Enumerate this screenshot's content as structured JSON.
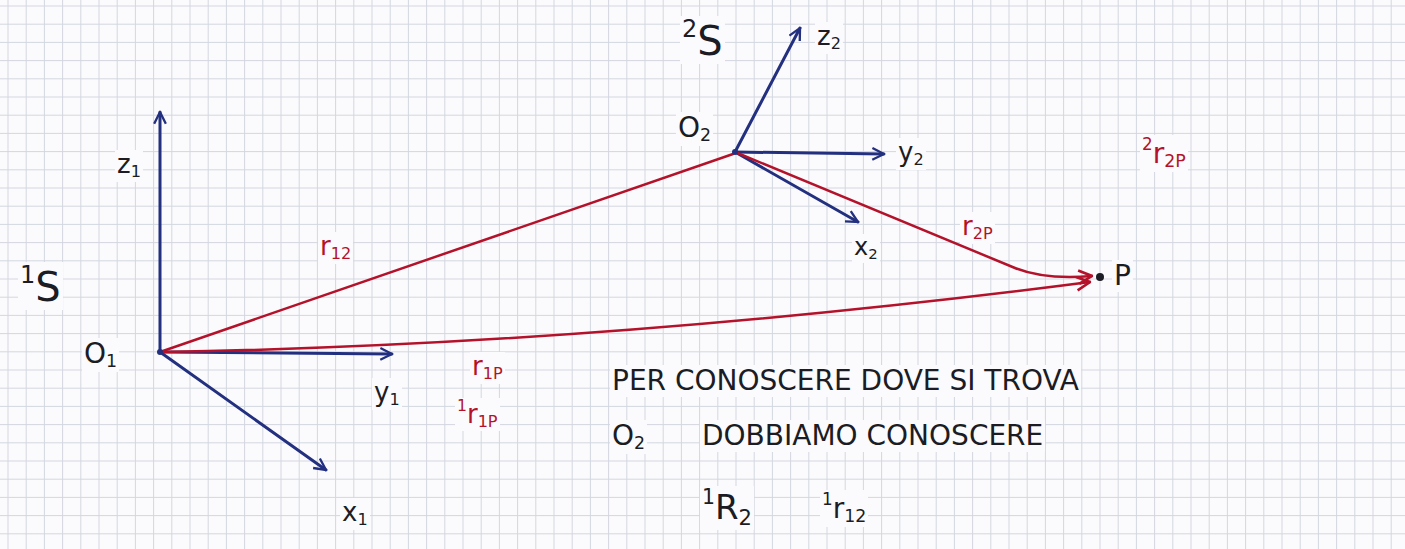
{
  "diagram": {
    "labels": [
      "z1",
      "1S",
      "O1",
      "r12",
      "r1P",
      "y1",
      "x1",
      "1r1P",
      "2S",
      "z2",
      "O2",
      "y2",
      "2r2P",
      "r2P",
      "x2",
      "P",
      "PER CONOSCERE DOVE SI TROVA",
      "O2",
      "DOBBIAMO CONOSCERE",
      "1R2",
      "1r12"
    ]
  }
}
